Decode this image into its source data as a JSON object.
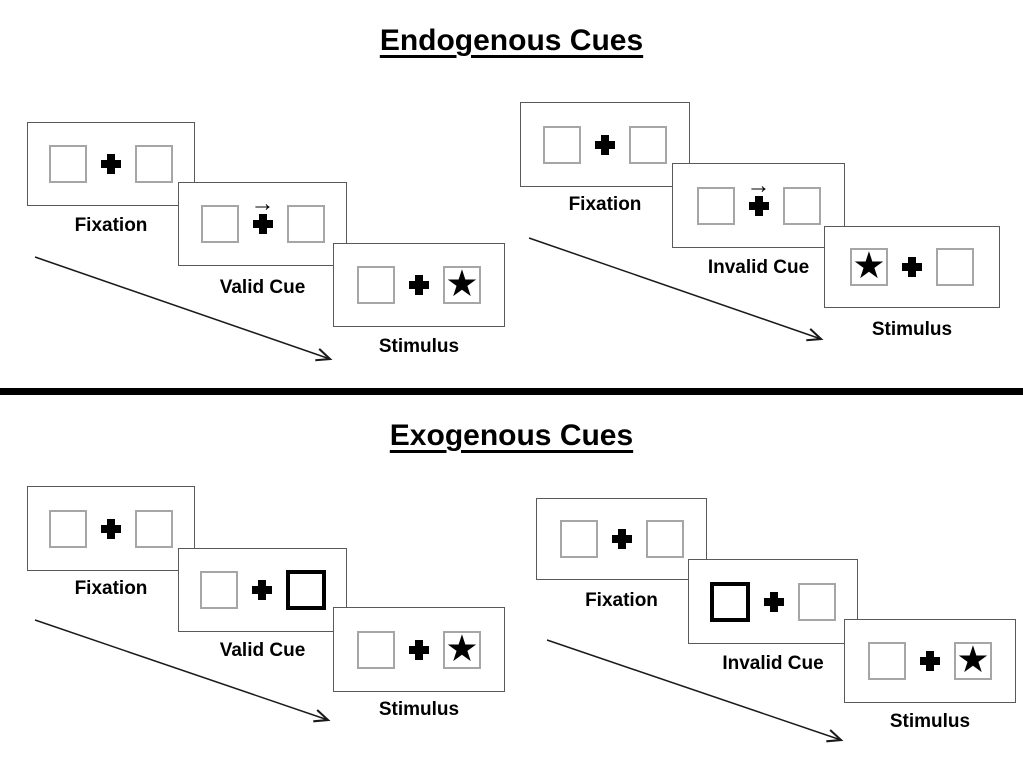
{
  "figure": {
    "sections": [
      {
        "title": "Endogenous Cues",
        "trials": [
          {
            "name": "valid-trial",
            "steps": [
              {
                "label": "Fixation",
                "type": "fixation"
              },
              {
                "label": "Valid Cue",
                "type": "arrow-cue",
                "cue_direction": "right"
              },
              {
                "label": "Stimulus",
                "type": "stimulus",
                "star_side": "right"
              }
            ]
          },
          {
            "name": "invalid-trial",
            "steps": [
              {
                "label": "Fixation",
                "type": "fixation"
              },
              {
                "label": "Invalid Cue",
                "type": "arrow-cue",
                "cue_direction": "right"
              },
              {
                "label": "Stimulus",
                "type": "stimulus",
                "star_side": "left"
              }
            ]
          }
        ]
      },
      {
        "title": "Exogenous Cues",
        "trials": [
          {
            "name": "valid-trial",
            "steps": [
              {
                "label": "Fixation",
                "type": "fixation"
              },
              {
                "label": "Valid Cue",
                "type": "box-cue",
                "cue_side": "right"
              },
              {
                "label": "Stimulus",
                "type": "stimulus",
                "star_side": "right"
              }
            ]
          },
          {
            "name": "invalid-trial",
            "steps": [
              {
                "label": "Fixation",
                "type": "fixation"
              },
              {
                "label": "Invalid Cue",
                "type": "box-cue",
                "cue_side": "left"
              },
              {
                "label": "Stimulus",
                "type": "stimulus",
                "star_side": "right"
              }
            ]
          }
        ]
      }
    ]
  },
  "icons": {
    "cue_arrow": "→",
    "star": "★"
  },
  "colors": {
    "panel_border": "#595959",
    "box_border": "#a6a6a6",
    "ink": "#000000",
    "divider": "#000000"
  }
}
